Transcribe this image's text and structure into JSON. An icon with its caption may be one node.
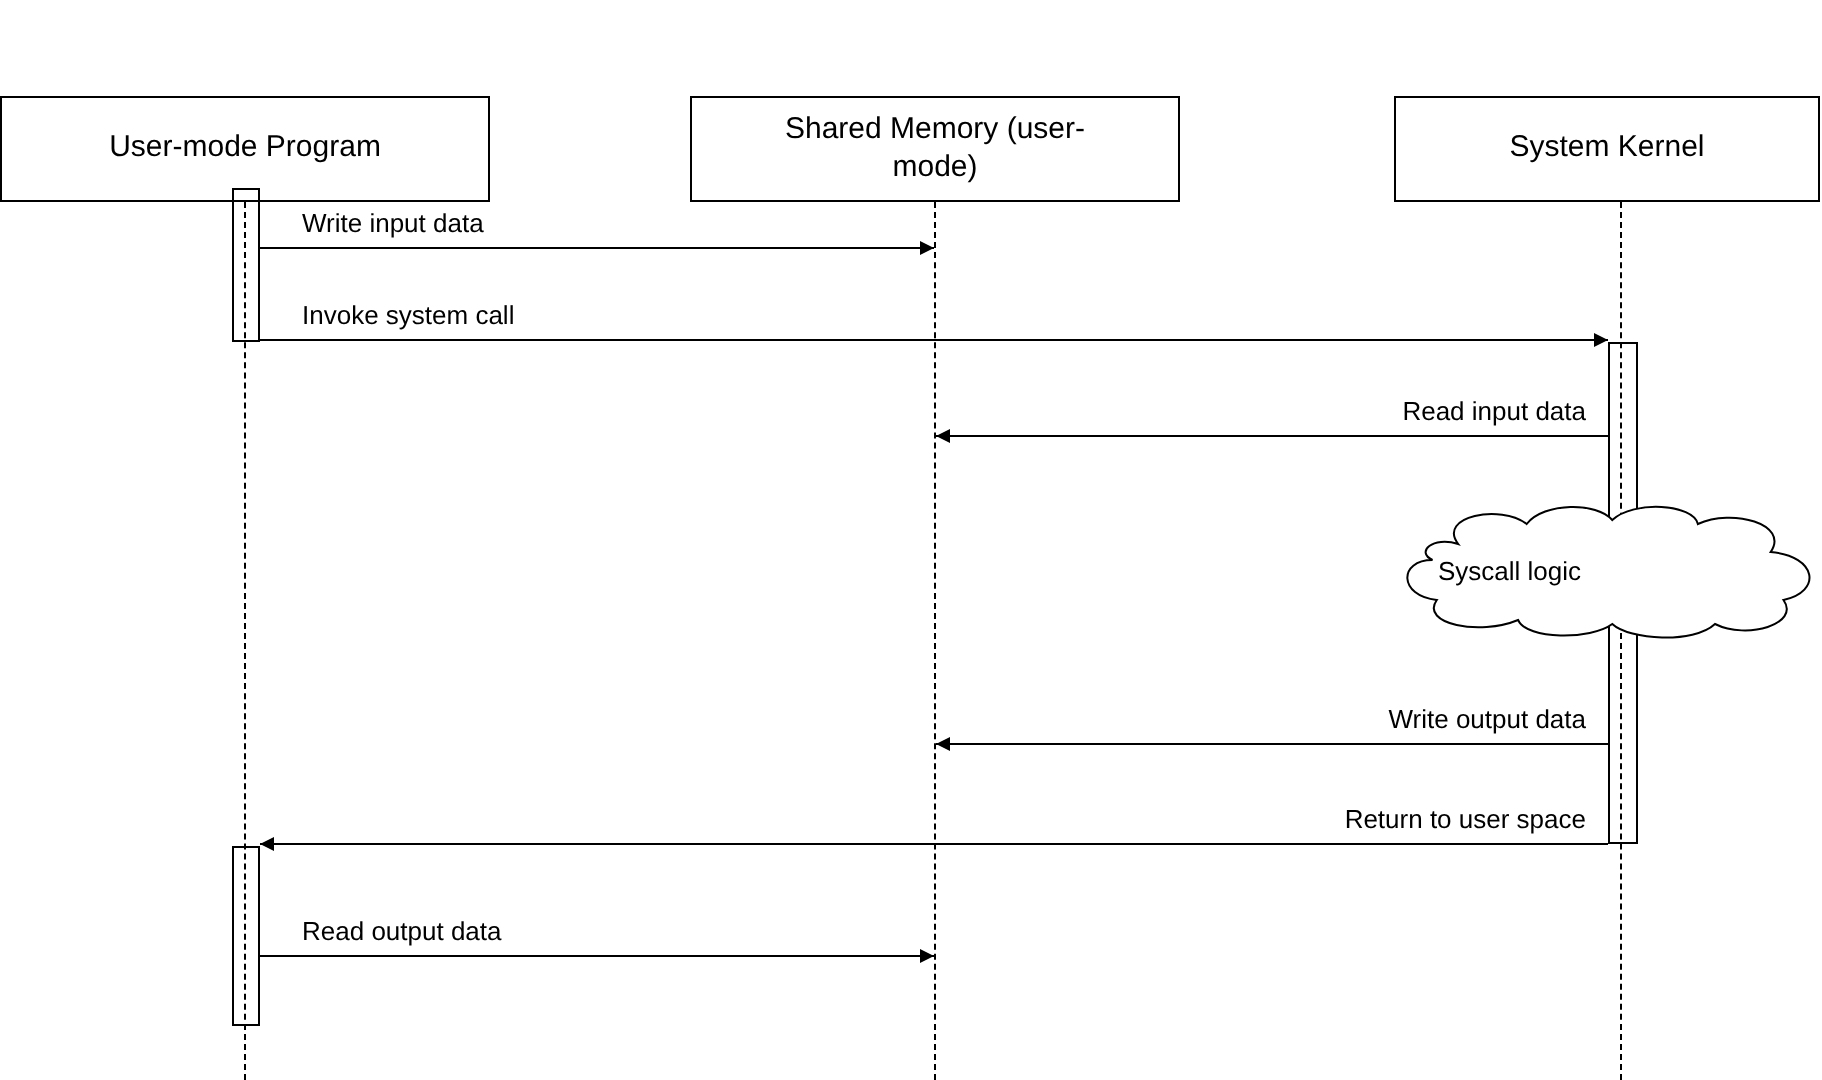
{
  "diagram": {
    "nodes": [
      {
        "text": [
          "User-mode Program"
        ]
      },
      {
        "text": [
          "Shared Memory (user-mode)"
        ]
      },
      {
        "text": [
          "System Kernel"
        ]
      },
      {
        "text": [],
        "shape": "line"
      },
      {
        "text": [],
        "shape": "line"
      },
      {
        "text": [],
        "shape": "line"
      },
      {
        "text": [],
        "shape": "bar"
      },
      {
        "text": [],
        "shape": "bar"
      },
      {
        "text": [
          "Syscall logic"
        ]
      },
      {
        "text": [],
        "shape": "bar"
      }
    ],
    "edges": [
      {
        "from": 6,
        "to": 4,
        "arrow": "to",
        "label": "Write input data"
      },
      {
        "from": 6,
        "to": 7,
        "arrow": "to",
        "label": "Invoke system call"
      },
      {
        "from": 7,
        "to": 4,
        "arrow": "to",
        "label": "Read input data"
      },
      {
        "from": 7,
        "to": 4,
        "arrow": "to",
        "label": "Write output data"
      },
      {
        "from": 7,
        "to": 9,
        "arrow": "to",
        "label": "Return to user space"
      },
      {
        "from": 9,
        "to": 4,
        "arrow": "to",
        "label": "Read output data"
      }
    ]
  }
}
